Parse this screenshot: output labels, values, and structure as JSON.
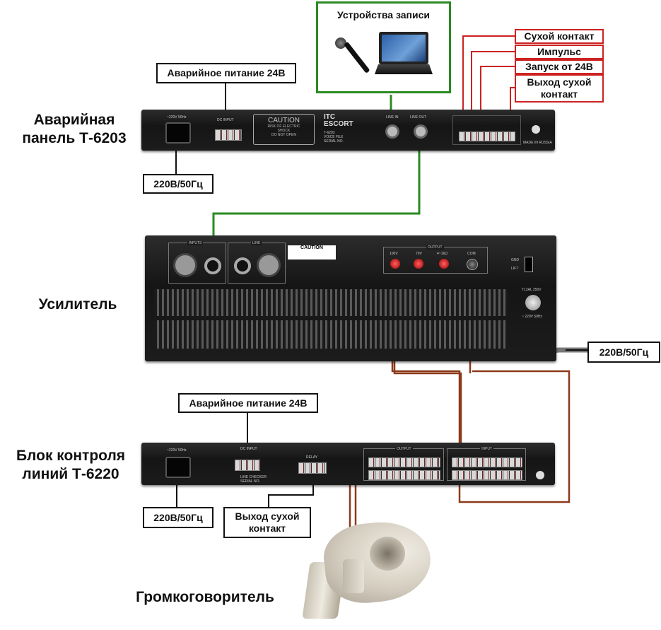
{
  "devices": {
    "emergency_panel": "Аварийная\nпанель Т-6203",
    "amplifier": "Усилитель",
    "line_checker": "Блок контроля\nлиний Т-6220",
    "speaker": "Громкоговоритель"
  },
  "recording_devices": "Устройства записи",
  "callouts": {
    "dry_contact": "Сухой контакт",
    "pulse": "Импульс",
    "start_24v": "Запуск от 24В",
    "dry_contact_out": "Выход сухой\nконтакт",
    "emergency_power_top": "Аварийное питание 24В",
    "mains_top": "220В/50Гц",
    "mains_amp": "220В/50Гц",
    "emergency_power_bottom": "Аварийное питание 24В",
    "mains_bottom": "220В/50Гц",
    "dry_contact_out_bottom": "Выход сухой\nконтакт"
  },
  "panel_markings": {
    "t6203_mains": "~220V 50Hz",
    "t6203_dc": "DC INPUT",
    "t6203_caution": "CAUTION",
    "t6203_caution_sub": "RISK OF ELECTRIC\nSHOCK\nDO NOT OPEN",
    "t6203_brand": "ITC\nESCORT",
    "t6203_model": "T-6203\nVOICE FILE\nSERIAL NO.",
    "t6203_line_in": "LINE IN",
    "t6203_line_out": "LINE OUT",
    "amp_inputs": "INPUTS",
    "amp_link": "LINK",
    "amp_caution": "CAUTION",
    "amp_output": "OUTPUT",
    "amp_100v": "100V",
    "amp_70v": "70V",
    "amp_ohm": "4~16Ω",
    "amp_com": "COM",
    "amp_gnd": "GND",
    "amp_lift": "LIFT",
    "amp_fuse": "T12AL 250V",
    "amp_mains": "~ 220V 50Hz",
    "t6220_mains": "~220V 50Hz",
    "t6220_dc": "DC INPUT",
    "t6220_relay": "RELAY",
    "t6220_checker": "LINE CHECKER\nSERIAL NO.",
    "t6220_output": "OUTPUT",
    "t6220_input": "INPUT",
    "made_in": "MADE IN RUSSIA"
  },
  "colors": {
    "signal_wire": "#2a8a22",
    "control_wire": "#cc2222",
    "speaker_wire": "#8b3a1a",
    "recording_frame": "#2a8a22"
  }
}
